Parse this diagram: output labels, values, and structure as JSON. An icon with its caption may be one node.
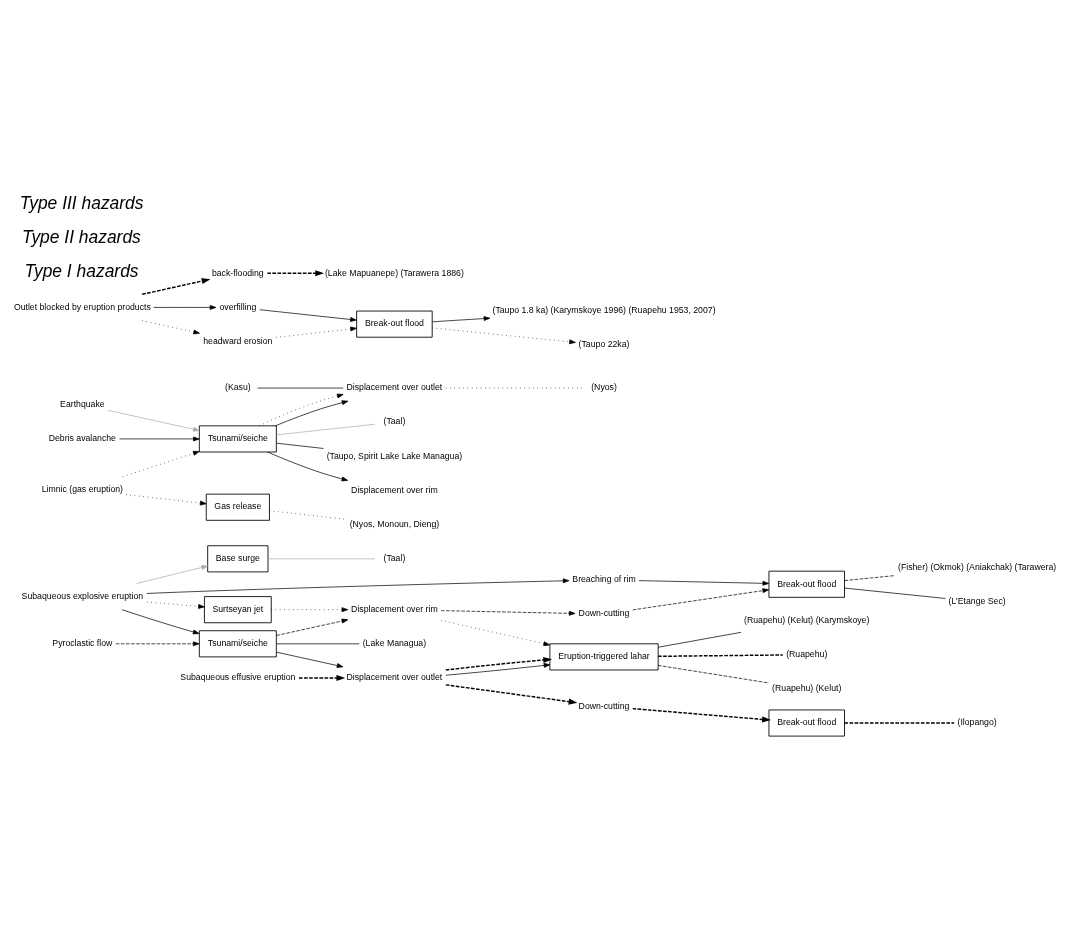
{
  "diagram": {
    "nodes": [
      {
        "text": [
          "Breaching of rim"
        ]
      },
      {
        "text": [
          "Break-out flood"
        ]
      },
      {
        "text": [
          "(L’Etange Sec)"
        ]
      },
      {
        "text": [
          "Down-cutting"
        ]
      },
      {
        "text": [
          "(Fisher) (Okmok) (Aniakchak) (Tarawera)"
        ]
      },
      {
        "text": [
          "Surtseyan jet"
        ]
      },
      {
        "text": [
          "Displacement over rim"
        ]
      },
      {
        "text": [
          "Subaqueous explosive eruption"
        ]
      },
      {
        "text": [
          "Base surge"
        ]
      },
      {
        "text": [
          "(Taal)"
        ]
      },
      {
        "text": [
          "Eruption-triggered lahar"
        ]
      },
      {
        "text": [
          "(Ruapehu) (Kelut)"
        ]
      },
      {
        "text": [
          "Tsunami/seiche"
        ]
      },
      {
        "text": [
          "Displacement over outlet"
        ]
      },
      {
        "text": [
          "(Ruapehu) (Kelut) (Karymskoye)"
        ]
      },
      {
        "text": [
          "Pyroclastic flow"
        ]
      },
      {
        "text": [
          "(Lake Managua)"
        ]
      },
      {
        "text": [
          "(Ruapehu)"
        ]
      },
      {
        "text": [
          "Subaqueous effusive eruption"
        ]
      },
      {
        "text": [
          "Down-cutting"
        ]
      },
      {
        "text": [
          "Break-out flood"
        ]
      },
      {
        "text": [
          "(Ilopango)"
        ]
      },
      {
        "text": [
          "(Kasu)"
        ]
      },
      {
        "text": [
          "Displacement over outlet"
        ]
      },
      {
        "text": [
          "(Taal)"
        ]
      },
      {
        "text": [
          "(Taupo, Spirit Lake Lake Managua)"
        ]
      },
      {
        "text": [
          "(Nyos)"
        ]
      },
      {
        "text": [
          "Earthquake"
        ]
      },
      {
        "text": [
          "Debris avalanche"
        ]
      },
      {
        "text": [
          "Tsunami/seiche"
        ]
      },
      {
        "text": [
          "Displacement over rim"
        ]
      },
      {
        "text": [
          "Limnic (gas eruption)"
        ]
      },
      {
        "text": [
          "Gas release"
        ]
      },
      {
        "text": [
          "(Nyos, Monoun, Dieng)"
        ]
      },
      {
        "text": [
          "(Lake Mapuanepe) (Tarawera 1886)"
        ]
      },
      {
        "text": [
          "back-flooding"
        ]
      },
      {
        "text": [
          "Outlet blocked by eruption products"
        ]
      },
      {
        "text": [
          "overfilling"
        ]
      },
      {
        "text": [
          "Break-out flood"
        ]
      },
      {
        "text": [
          "(Taupo 1.8 ka) (Karymskoye 1996) (Ruapehu 1953, 2007)"
        ]
      },
      {
        "text": [
          "headward erosion"
        ]
      },
      {
        "text": [
          "(Taupo 22ka)"
        ]
      }
    ],
    "edges": [
      {
        "from": 7,
        "to": 0,
        "arrow": "to"
      },
      {
        "from": 0,
        "to": 1,
        "arrow": "to"
      },
      {
        "from": 3,
        "to": 1,
        "arrow": "to",
        "style": "dashed"
      },
      {
        "from": 1,
        "to": 2,
        "arrow": "none"
      },
      {
        "from": 1,
        "to": 4,
        "arrow": "none",
        "style": "dashed"
      },
      {
        "from": 7,
        "to": 5,
        "arrow": "to",
        "style": "dashed"
      },
      {
        "from": 5,
        "to": 6,
        "arrow": "to",
        "style": "dashed"
      },
      {
        "from": 12,
        "to": 6,
        "arrow": "to",
        "style": "dashed"
      },
      {
        "from": 6,
        "to": 3,
        "arrow": "to",
        "style": "dashed"
      },
      {
        "from": 6,
        "to": 10,
        "arrow": "to",
        "style": "dashed"
      },
      {
        "from": 7,
        "to": 8,
        "arrow": "to",
        "color": "#aaaaaa"
      },
      {
        "from": 8,
        "to": 9,
        "arrow": "none",
        "color": "#aaaaaa"
      },
      {
        "from": 7,
        "to": 12,
        "arrow": "to"
      },
      {
        "from": 15,
        "to": 12,
        "arrow": "to",
        "style": "dashed"
      },
      {
        "from": 12,
        "to": 13,
        "arrow": "to"
      },
      {
        "from": 12,
        "to": 16,
        "arrow": "none"
      },
      {
        "from": 18,
        "to": 13,
        "arrow": "to",
        "style": "dashed"
      },
      {
        "from": 13,
        "to": 10,
        "arrow": "to"
      },
      {
        "from": 13,
        "to": 10,
        "arrow": "to",
        "style": "dashed"
      },
      {
        "from": 13,
        "to": 19,
        "arrow": "to",
        "style": "dashed"
      },
      {
        "from": 10,
        "to": 11,
        "arrow": "none",
        "style": "dashed"
      },
      {
        "from": 10,
        "to": 14,
        "arrow": "none"
      },
      {
        "from": 10,
        "to": 17,
        "arrow": "none",
        "style": "dashed"
      },
      {
        "from": 19,
        "to": 20,
        "arrow": "to",
        "style": "dashed"
      },
      {
        "from": 20,
        "to": 21,
        "arrow": "none",
        "style": "dashed"
      },
      {
        "from": 22,
        "to": 23,
        "arrow": "none"
      },
      {
        "from": 23,
        "to": 26,
        "arrow": "none",
        "style": "dashed"
      },
      {
        "from": 27,
        "to": 29,
        "arrow": "to",
        "color": "#aaaaaa"
      },
      {
        "from": 28,
        "to": 29,
        "arrow": "to"
      },
      {
        "from": 31,
        "to": 29,
        "arrow": "to",
        "style": "dashed"
      },
      {
        "from": 31,
        "to": 32,
        "arrow": "to",
        "style": "dashed"
      },
      {
        "from": 29,
        "to": 24,
        "arrow": "none",
        "color": "#aaaaaa"
      },
      {
        "from": 29,
        "to": 25,
        "arrow": "none"
      },
      {
        "from": 29,
        "to": 23,
        "arrow": "to"
      },
      {
        "from": 29,
        "to": 23,
        "arrow": "to",
        "style": "dashed"
      },
      {
        "from": 29,
        "to": 30,
        "arrow": "to"
      },
      {
        "from": 32,
        "to": 33,
        "arrow": "none",
        "style": "dashed"
      },
      {
        "from": 36,
        "to": 35,
        "arrow": "to",
        "style": "dashed"
      },
      {
        "from": 35,
        "to": 34,
        "arrow": "to",
        "style": "dashed"
      },
      {
        "from": 36,
        "to": 37,
        "arrow": "to"
      },
      {
        "from": 37,
        "to": 38,
        "arrow": "to"
      },
      {
        "from": 36,
        "to": 40,
        "arrow": "to",
        "style": "dashed"
      },
      {
        "from": 40,
        "to": 38,
        "arrow": "to",
        "style": "dashed"
      },
      {
        "from": 38,
        "to": 39,
        "arrow": "to"
      },
      {
        "from": 38,
        "to": 41,
        "arrow": "to",
        "style": "dashed"
      }
    ],
    "labels": [
      "Type I hazards",
      "Type II hazards",
      "Type III hazards"
    ]
  }
}
